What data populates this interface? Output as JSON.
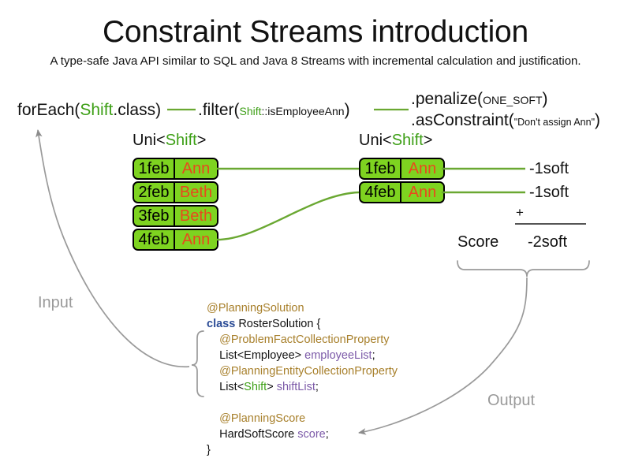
{
  "slide": {
    "title": "Constraint Streams introduction",
    "subtitle": "A type-safe Java API similar to SQL and Java 8 Streams with incremental calculation and justification.",
    "background_color": "#ffffff"
  },
  "colors": {
    "shift_green": "#3d9f16",
    "tuple_fill": "#7ed320",
    "tuple_border": "#000000",
    "employee_orange": "#e8491d",
    "connector_green": "#6aa832",
    "annotation_gold": "#a8802c",
    "keyword_blue": "#2b4c96",
    "field_purple": "#7c5aa8",
    "caption_gray": "#9a9a9a",
    "arrow_gray": "#8c8c8c"
  },
  "expression": {
    "for_each": {
      "prefix": "forEach(",
      "type": "Shift",
      "suffix": ".class)"
    },
    "filter": {
      "prefix": ".filter(",
      "type": "Shift",
      "method": "::isEmployeeAnn",
      "suffix": ")"
    },
    "terminal": {
      "penalize_prefix": ".penalize(",
      "penalize_arg": "ONE_SOFT",
      "penalize_suffix": ")",
      "as_constraint_prefix": ".asConstraint(",
      "as_constraint_arg": "\"Don't assign Ann\"",
      "as_constraint_suffix": ")"
    }
  },
  "uni_left": {
    "label_prefix": "Uni<",
    "label_type": "Shift",
    "label_suffix": ">",
    "rows": [
      {
        "date": "1feb",
        "employee": "Ann"
      },
      {
        "date": "2feb",
        "employee": "Beth"
      },
      {
        "date": "3feb",
        "employee": "Beth"
      },
      {
        "date": "4feb",
        "employee": "Ann"
      }
    ]
  },
  "uni_right": {
    "label_prefix": "Uni<",
    "label_type": "Shift",
    "label_suffix": ">",
    "rows": [
      {
        "date": "1feb",
        "employee": "Ann",
        "score": "-1soft"
      },
      {
        "date": "4feb",
        "employee": "Ann",
        "score": "-1soft"
      }
    ]
  },
  "score": {
    "plus": "+",
    "label": "Score",
    "total": "-2soft"
  },
  "code": {
    "lines": [
      {
        "indent": 0,
        "parts": [
          {
            "text": "@PlanningSolution",
            "style": "ann"
          }
        ]
      },
      {
        "indent": 0,
        "parts": [
          {
            "text": "class",
            "style": "kw"
          },
          {
            "text": " RosterSolution {",
            "style": "plain"
          }
        ]
      },
      {
        "indent": 1,
        "parts": [
          {
            "text": "@ProblemFactCollectionProperty",
            "style": "ann"
          }
        ]
      },
      {
        "indent": 1,
        "parts": [
          {
            "text": "List<Employee> ",
            "style": "plain"
          },
          {
            "text": "employeeList",
            "style": "fld"
          },
          {
            "text": ";",
            "style": "plain"
          }
        ]
      },
      {
        "indent": 1,
        "parts": [
          {
            "text": "@PlanningEntityCollectionProperty",
            "style": "ann"
          }
        ]
      },
      {
        "indent": 1,
        "parts": [
          {
            "text": "List<",
            "style": "plain"
          },
          {
            "text": "Shift",
            "style": "type-green"
          },
          {
            "text": "> ",
            "style": "plain"
          },
          {
            "text": "shiftList",
            "style": "fld"
          },
          {
            "text": ";",
            "style": "plain"
          }
        ]
      },
      {
        "indent": 0,
        "parts": [
          {
            "text": " ",
            "style": "plain"
          }
        ]
      },
      {
        "indent": 1,
        "parts": [
          {
            "text": "@PlanningScore",
            "style": "ann"
          }
        ]
      },
      {
        "indent": 1,
        "parts": [
          {
            "text": "HardSoftScore ",
            "style": "plain"
          },
          {
            "text": "score",
            "style": "fld"
          },
          {
            "text": ";",
            "style": "plain"
          }
        ]
      },
      {
        "indent": 0,
        "parts": [
          {
            "text": "}",
            "style": "plain"
          }
        ]
      }
    ]
  },
  "captions": {
    "input": "Input",
    "output": "Output"
  }
}
